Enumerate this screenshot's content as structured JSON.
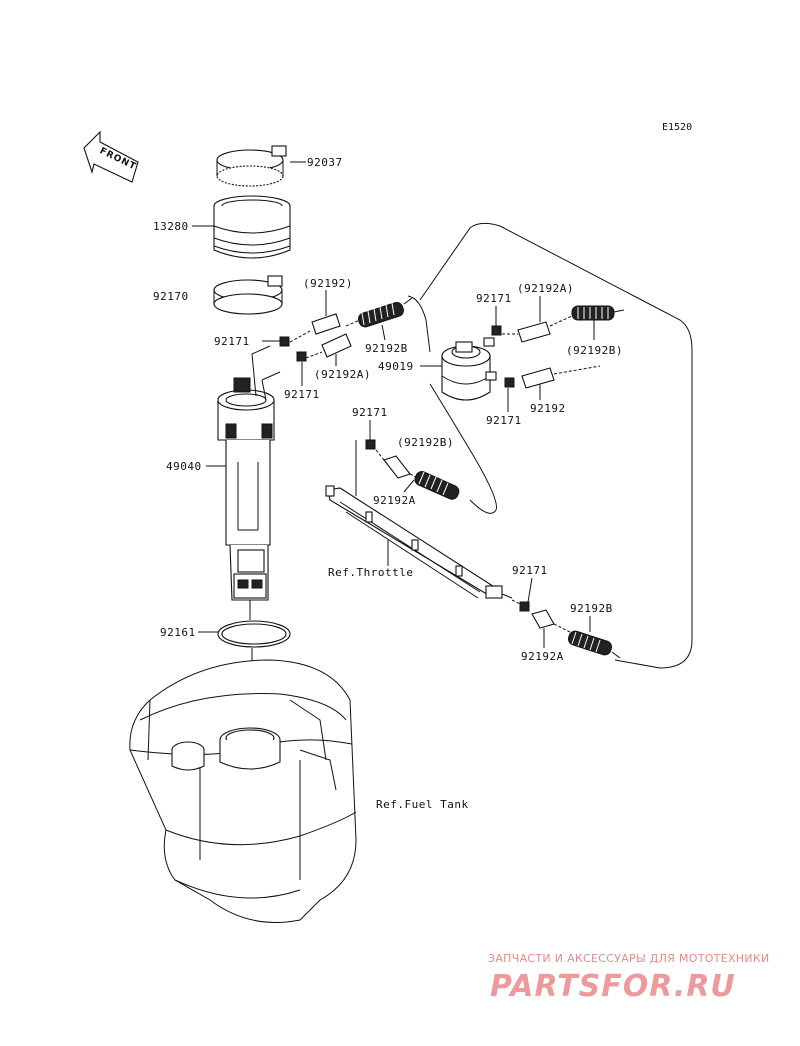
{
  "diagram_code": "E1520",
  "front_label": "FRONT",
  "parts": {
    "p92037": "92037",
    "p13280": "13280",
    "p92170": "92170",
    "p92192_paren_top": "(92192)",
    "p92171_left": "92171",
    "p92192B_left": "92192B",
    "p92192A_paren_left": "(92192A)",
    "p92171_left2": "92171",
    "p49019": "49019",
    "p92171_filter_top": "92171",
    "p92192A_paren_right": "(92192A)",
    "p92192B_paren_right": "(92192B)",
    "p92171_filter_bottom": "92171",
    "p92192_right": "92192",
    "p92171_rail_top": "92171",
    "p92192B_paren_mid": "(92192B)",
    "p92192A_mid": "92192A",
    "p49040": "49040",
    "p92171_rail_end": "92171",
    "p92192B_rail_end": "92192B",
    "p92192A_rail_end": "92192A",
    "p92161": "92161"
  },
  "refs": {
    "throttle": "Ref.Throttle",
    "fuel_tank": "Ref.Fuel Tank"
  },
  "watermark": {
    "tagline": "ЗАПЧАСТИ И АКСЕССУАРЫ ДЛЯ МОТОТЕХНИКИ",
    "logo": "PARTSFOR.RU"
  }
}
